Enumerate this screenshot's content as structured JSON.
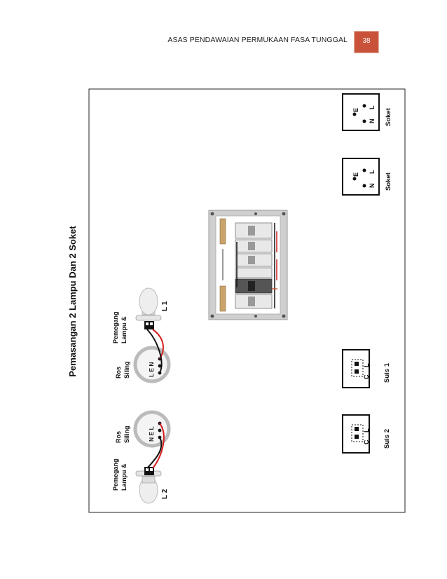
{
  "header": {
    "title": "ASAS PENDAWAIAN PERMUKAAN FASA TUNGGAL",
    "page_number": "38"
  },
  "diagram": {
    "title": "Pemasangan 2 Lampu Dan 2 Soket",
    "lamp_holder_2": {
      "caption_line1": "Pemegang",
      "caption_line2": "Lampu &",
      "label": "L 2"
    },
    "ceiling_rose_2": {
      "caption_line1": "Ros",
      "caption_line2": "Siling",
      "terminals": "N E L"
    },
    "ceiling_rose_1": {
      "caption_line1": "Ros",
      "caption_line2": "Siling",
      "terminals": "L E N"
    },
    "lamp_holder_1": {
      "caption_line1": "Pemegang",
      "caption_line2": "Lampu &",
      "label": "L 1"
    },
    "switch_2": {
      "label": "Suis 2",
      "terminals": "C L"
    },
    "switch_1": {
      "label": "Suis 1",
      "terminals": "C L"
    },
    "socket_1": {
      "label": "Soket",
      "terminal_e": "E",
      "terminal_n": "N",
      "terminal_l": "L"
    },
    "socket_2": {
      "label": "Soket",
      "terminal_e": "E",
      "terminal_n": "N",
      "terminal_l": "L"
    },
    "colors": {
      "live_wire": "#d42020",
      "neutral_wire": "#111111",
      "accent": "#c8533a",
      "busbar": "#c9a36a"
    },
    "icons": [
      "lamp-bulb-icon",
      "ceiling-rose-icon",
      "switch-icon",
      "socket-icon",
      "distribution-board-icon"
    ]
  }
}
